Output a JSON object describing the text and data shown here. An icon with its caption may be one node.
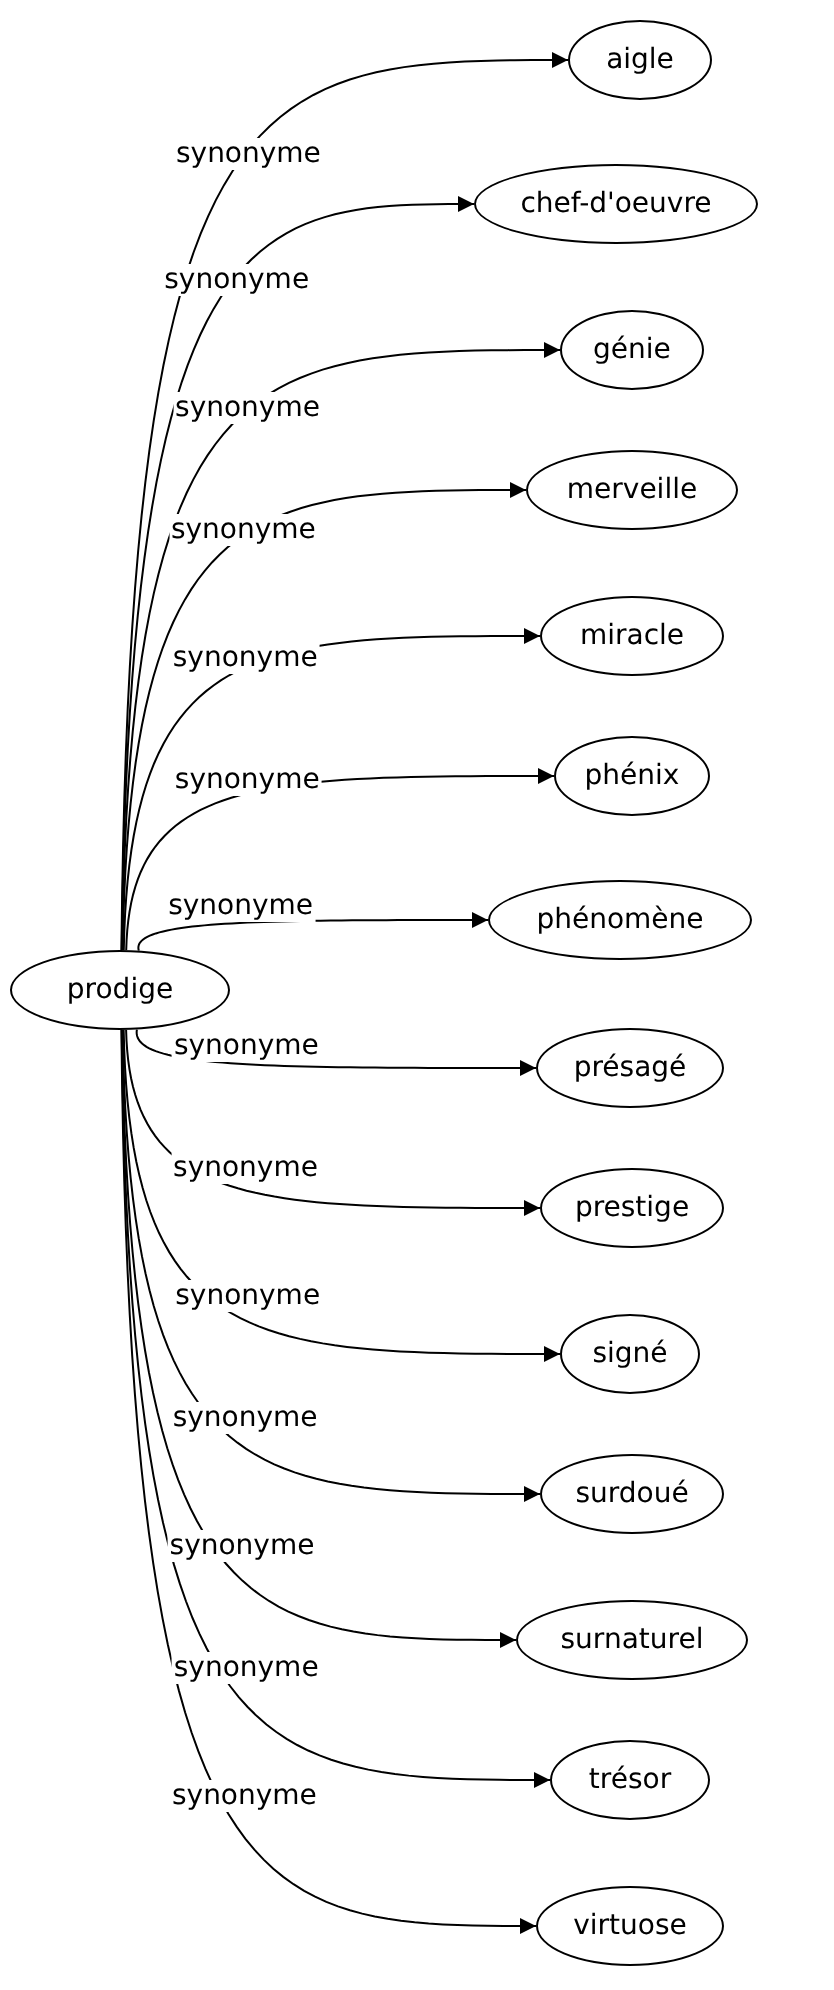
{
  "diagram": {
    "nodes": [
      {
        "text": [
          "prodige"
        ]
      },
      {
        "text": [
          "aigle"
        ]
      },
      {
        "text": [
          "chef-d'oeuvre"
        ]
      },
      {
        "text": [
          "génie"
        ]
      },
      {
        "text": [
          "merveille"
        ]
      },
      {
        "text": [
          "miracle"
        ]
      },
      {
        "text": [
          "phénix"
        ]
      },
      {
        "text": [
          "phénomène"
        ]
      },
      {
        "text": [
          "présagé"
        ]
      },
      {
        "text": [
          "prestige"
        ]
      },
      {
        "text": [
          "signé"
        ]
      },
      {
        "text": [
          "surdoué"
        ]
      },
      {
        "text": [
          "surnaturel"
        ]
      },
      {
        "text": [
          "trésor"
        ]
      },
      {
        "text": [
          "virtuose"
        ]
      }
    ],
    "edges": [
      {
        "from": 0,
        "to": 1,
        "arrow": "to",
        "label": "synonyme"
      },
      {
        "from": 0,
        "to": 2,
        "arrow": "to",
        "label": "synonyme"
      },
      {
        "from": 0,
        "to": 3,
        "arrow": "to",
        "label": "synonyme"
      },
      {
        "from": 0,
        "to": 4,
        "arrow": "to",
        "label": "synonyme"
      },
      {
        "from": 0,
        "to": 5,
        "arrow": "to",
        "label": "synonyme"
      },
      {
        "from": 0,
        "to": 6,
        "arrow": "to",
        "label": "synonyme"
      },
      {
        "from": 0,
        "to": 7,
        "arrow": "to",
        "label": "synonyme"
      },
      {
        "from": 0,
        "to": 8,
        "arrow": "to",
        "label": "synonyme"
      },
      {
        "from": 0,
        "to": 9,
        "arrow": "to",
        "label": "synonyme"
      },
      {
        "from": 0,
        "to": 10,
        "arrow": "to",
        "label": "synonyme"
      },
      {
        "from": 0,
        "to": 11,
        "arrow": "to",
        "label": "synonyme"
      },
      {
        "from": 0,
        "to": 12,
        "arrow": "to",
        "label": "synonyme"
      },
      {
        "from": 0,
        "to": 13,
        "arrow": "to",
        "label": "synonyme"
      },
      {
        "from": 0,
        "to": 14,
        "arrow": "to",
        "label": "synonyme"
      }
    ]
  }
}
